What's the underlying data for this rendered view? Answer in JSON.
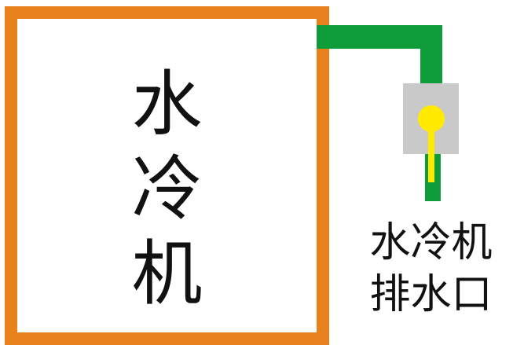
{
  "unit": {
    "chars": [
      "水",
      "冷",
      "机"
    ]
  },
  "drain": {
    "line1": "水冷机",
    "line2": "排水口"
  },
  "colors": {
    "unit_border": "#e8801c",
    "pipe": "#0f9d3a",
    "valve_body": "#c9c9c9",
    "valve_knob": "#ffea00"
  },
  "icons": [
    "pipe",
    "valve-knob-icon"
  ]
}
